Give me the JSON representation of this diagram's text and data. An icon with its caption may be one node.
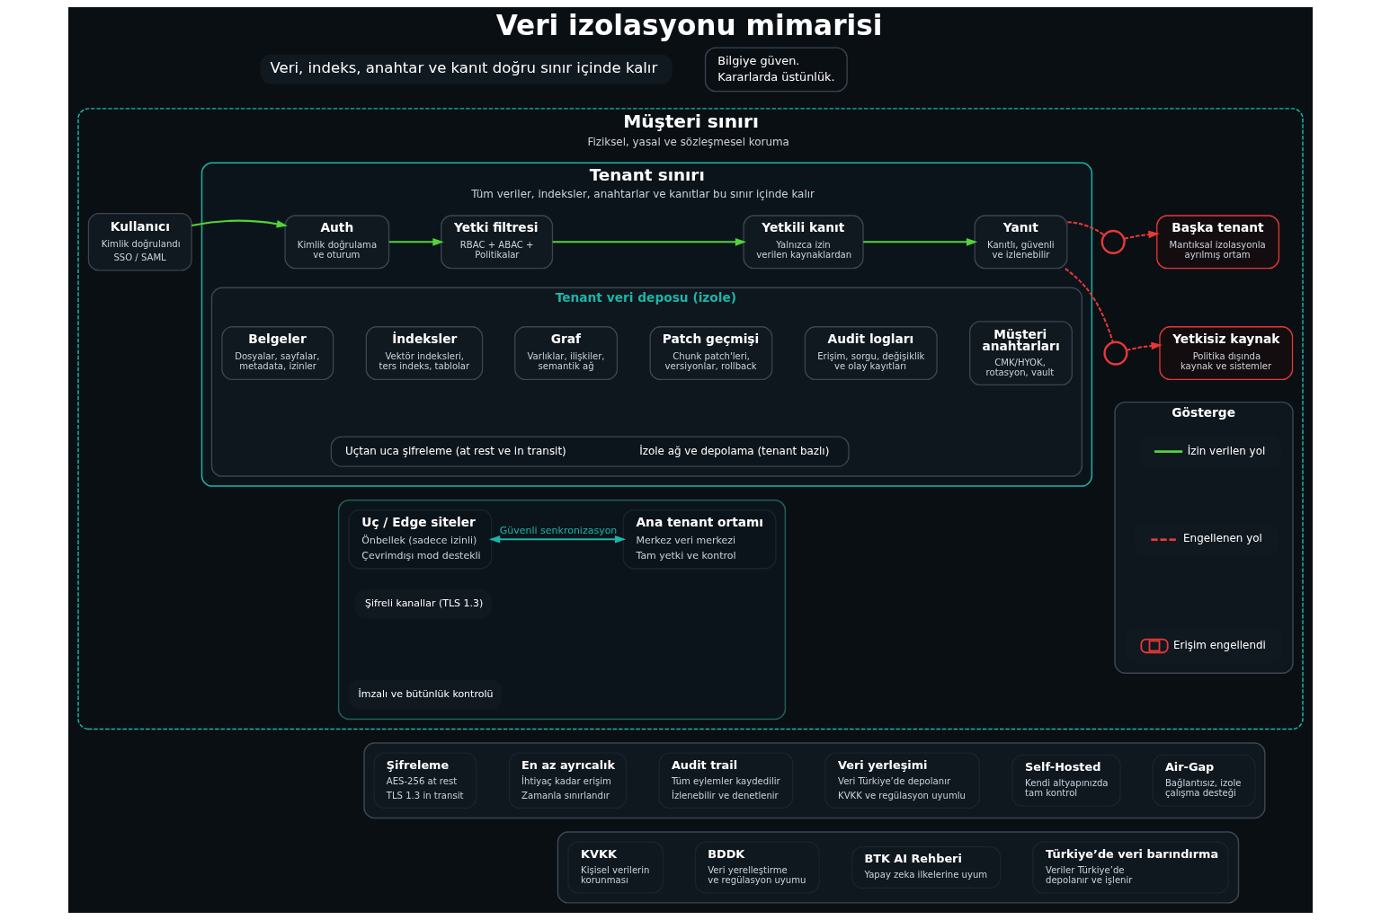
{
  "diagram": {
    "title": "Veri izolasyonu mimarisi",
    "nodes": [
      {
        "text": [
          "Bilgiye güven.",
          "Kararlarda üstünlük."
        ]
      },
      {
        "text": [
          "Müşteri sınırı",
          "Fiziksel, yasal ve sözleşmesel koruma"
        ]
      },
      {
        "text": [
          "Tenant sınırı",
          "Tüm veriler, indeksler, anahtarlar ve kanıtlar bu sınır içinde kalır"
        ],
        "in": 1
      },
      {
        "text": [
          "Kullanıcı",
          "Kimlik doğrulandı",
          "SSO / SAML"
        ],
        "in": 1
      },
      {
        "text": [
          "Auth",
          "Kimlik doğrulama ve oturum"
        ],
        "in": 2
      },
      {
        "text": [
          "Yetki filtresi",
          "RBAC + ABAC + Politikalar"
        ],
        "in": 2
      },
      {
        "text": [
          "Yetkili kanıt",
          "Yalnızca izin verilen kaynaklardan"
        ],
        "in": 2
      },
      {
        "text": [
          "Yanıt",
          "Kanıtlı, güvenli ve izlenebilir"
        ],
        "in": 2
      },
      {
        "text": [],
        "shape": "circle",
        "in": 1
      },
      {
        "text": [
          "Başka tenant",
          "Mantıksal izolasyonla ayrılmış ortam"
        ],
        "in": 1
      },
      {
        "text": [],
        "shape": "circle",
        "in": 1
      },
      {
        "text": [
          "Yetkisiz kaynak",
          "Politika dışında kaynak ve sistemler"
        ],
        "in": 1
      },
      {
        "text": [
          "Tenant veri deposu (izole)"
        ],
        "in": 2
      },
      {
        "text": [
          "Belgeler",
          "Dosyalar, sayfalar, metadata, izinler"
        ],
        "in": 12
      },
      {
        "text": [
          "İndeksler",
          "Vektör indeksleri, ters indeks, tablolar"
        ],
        "in": 12
      },
      {
        "text": [
          "Graf",
          "Varlıklar, ilişkiler, semantik ağ"
        ],
        "in": 12
      },
      {
        "text": [
          "Patch geçmişi",
          "Chunk patch'leri, versiyonlar, rollback"
        ],
        "in": 12
      },
      {
        "text": [
          "Audit logları",
          "Erişim, sorgu, değişiklik ve olay kayıtları"
        ],
        "in": 12
      },
      {
        "text": [
          "Müşteri anahtarları",
          "CMK/HYOK, rotasyon, vault"
        ],
        "in": 12
      },
      {
        "text": [
          "Uçtan uca şifreleme (at rest ve in transit)",
          "İzole ağ ve depolama (tenant bazlı)"
        ],
        "in": 12
      },
      {
        "text": [],
        "shape": "box",
        "in": 1
      },
      {
        "text": [
          "Uç / Edge siteler",
          "Önbellek (sadece izinli)",
          "Çevrimdışı mod destekli"
        ],
        "in": 20
      },
      {
        "text": [
          "Ana tenant ortamı",
          "Merkez veri merkezi",
          "Tam yetki ve kontrol"
        ],
        "in": 20
      },
      {
        "text": [],
        "shape": "box"
      },
      {
        "text": [
          "Şifreleme",
          "AES-256 at rest",
          "TLS 1.3 in transit"
        ],
        "in": 23
      },
      {
        "text": [
          "En az ayrıcalık",
          "İhtiyaç kadar erişim",
          "Zamanla sınırlandır"
        ],
        "in": 23
      },
      {
        "text": [
          "Audit trail",
          "Tüm eylemler kaydedilir",
          "İzlenebilir ve denetlenir"
        ],
        "in": 23
      },
      {
        "text": [
          "Veri yerleşimi",
          "Veri Türkiye’de depolanır",
          "KVKK ve regülasyon uyumlu"
        ],
        "in": 23
      },
      {
        "text": [
          "Self-Hosted",
          "Kendi altyapınızda tam kontrol"
        ],
        "in": 23
      },
      {
        "text": [
          "Air-Gap",
          "Bağlantısız, izole çalışma desteği"
        ],
        "in": 23
      },
      {
        "text": [],
        "shape": "box"
      },
      {
        "text": [
          "KVKK",
          "Kişisel verilerin korunması"
        ],
        "in": 30
      },
      {
        "text": [
          "BDDK",
          "Veri yerelleştirme ve regülasyon uyumu"
        ],
        "in": 30
      },
      {
        "text": [
          "BTK AI Rehberi",
          "Yapay zeka ilkelerine uyum"
        ],
        "in": 30
      },
      {
        "text": [
          "Türkiye’de veri barındırma",
          "Veriler Türkiye’de depolanır ve işlenir"
        ],
        "in": 30
      },
      {
        "text": [
          "Gösterge"
        ],
        "in": 1
      }
    ],
    "edges": [
      {
        "from": 3,
        "to": 4,
        "arrow": "to",
        "color": "#52d33a"
      },
      {
        "from": 4,
        "to": 5,
        "arrow": "to",
        "color": "#52d33a"
      },
      {
        "from": 5,
        "to": 6,
        "arrow": "to",
        "color": "#52d33a"
      },
      {
        "from": 6,
        "to": 7,
        "arrow": "to",
        "color": "#52d33a"
      },
      {
        "from": 7,
        "to": 8,
        "arrow": "none",
        "style": "dashed",
        "color": "#e53935"
      },
      {
        "from": 8,
        "to": 9,
        "arrow": "to",
        "style": "dashed",
        "color": "#e53935"
      },
      {
        "from": 7,
        "to": 10,
        "arrow": "none",
        "style": "dashed",
        "color": "#e53935"
      },
      {
        "from": 10,
        "to": 11,
        "arrow": "to",
        "style": "dashed",
        "color": "#e53935"
      },
      {
        "from": 21,
        "to": 22,
        "arrow": "both",
        "label": "Güvenli senkronizasyon",
        "color": "#1cb5a7"
      }
    ],
    "labels": [
      "Veri, indeks, anahtar ve kanıt doğru sınır içinde kalır",
      "Şifreli kanallar (TLS 1.3)",
      "İmzalı ve bütünlük kontrolü"
    ],
    "legend": [
      {
        "text": "İzin verilen yol"
      },
      {
        "text": "Engellenen yol"
      },
      {
        "text": "Erişim engellendi"
      }
    ]
  }
}
